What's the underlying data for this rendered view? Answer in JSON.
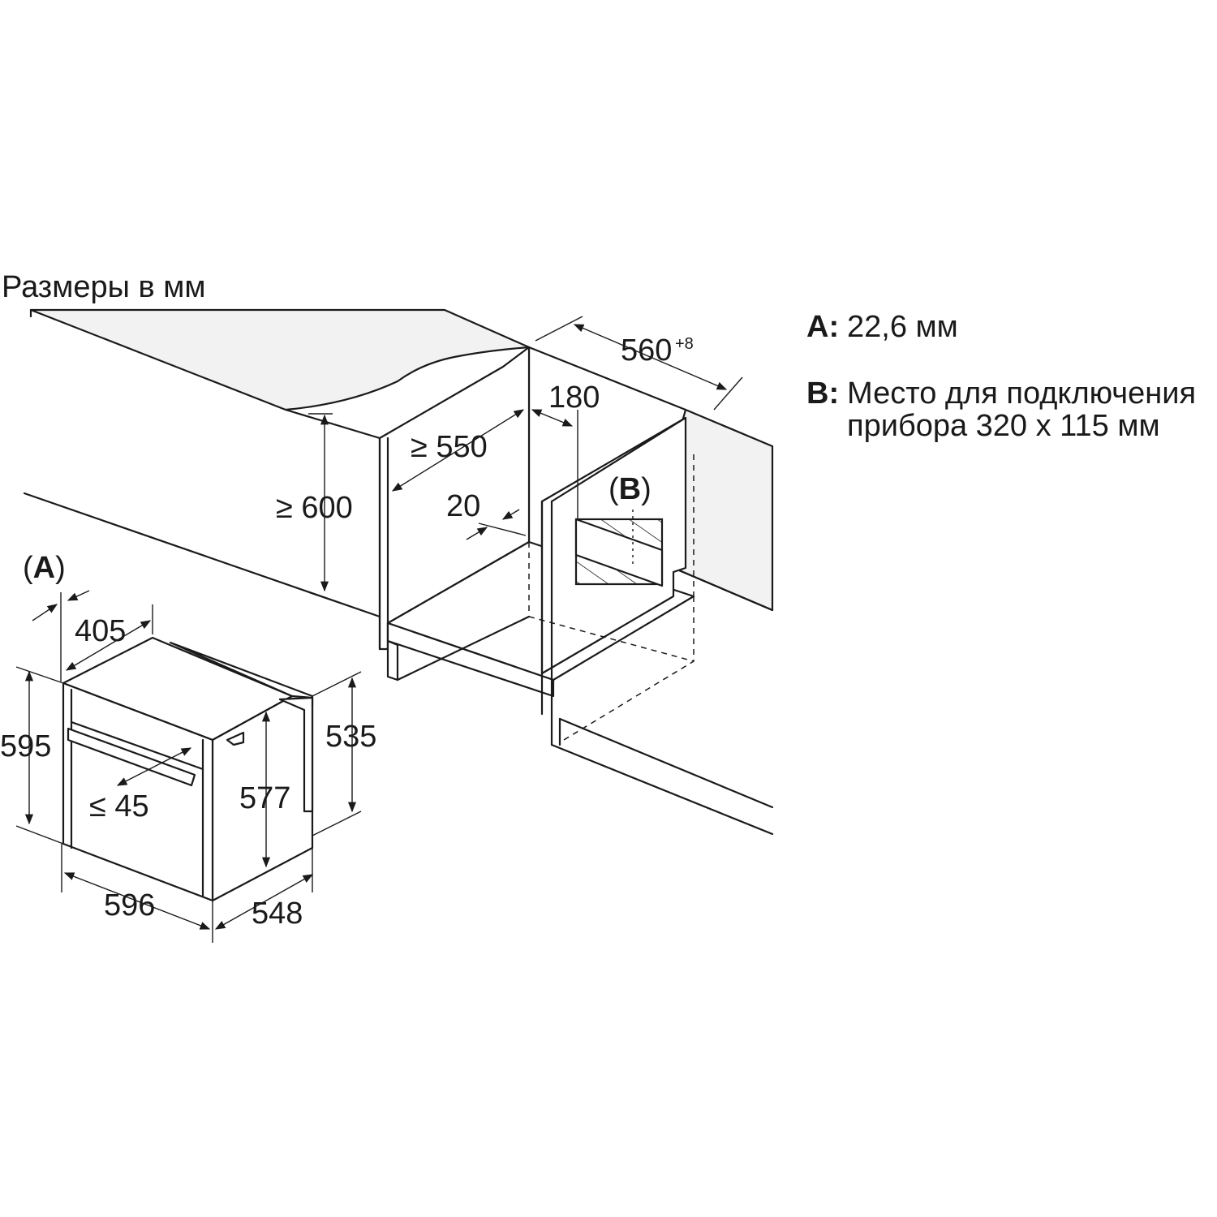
{
  "header": {
    "units_note": "Размеры в мм"
  },
  "legend": [
    {
      "key": "A:",
      "text_lines": [
        "22,6 мм"
      ]
    },
    {
      "key": "B:",
      "text_lines": [
        "Место для подключения",
        "прибора 320 х 115 мм"
      ]
    }
  ],
  "cabinet": {
    "width_label": "560",
    "width_tolerance": "+8",
    "depth_min_label": "≥ 550",
    "height_min_label": "≥ 600",
    "rear_gap_label": "180",
    "bottom_gap_label": "20",
    "connection_marker": {
      "open": "(",
      "letter": "B",
      "close": ")"
    }
  },
  "appliance": {
    "marker": {
      "open": "(",
      "letter": "A",
      "close": ")"
    },
    "front_depth_label": "405",
    "height_label": "595",
    "body_height_label": "577",
    "rear_height_label": "535",
    "width_label": "596",
    "depth_label": "548",
    "handle_label": "≤ 45"
  }
}
